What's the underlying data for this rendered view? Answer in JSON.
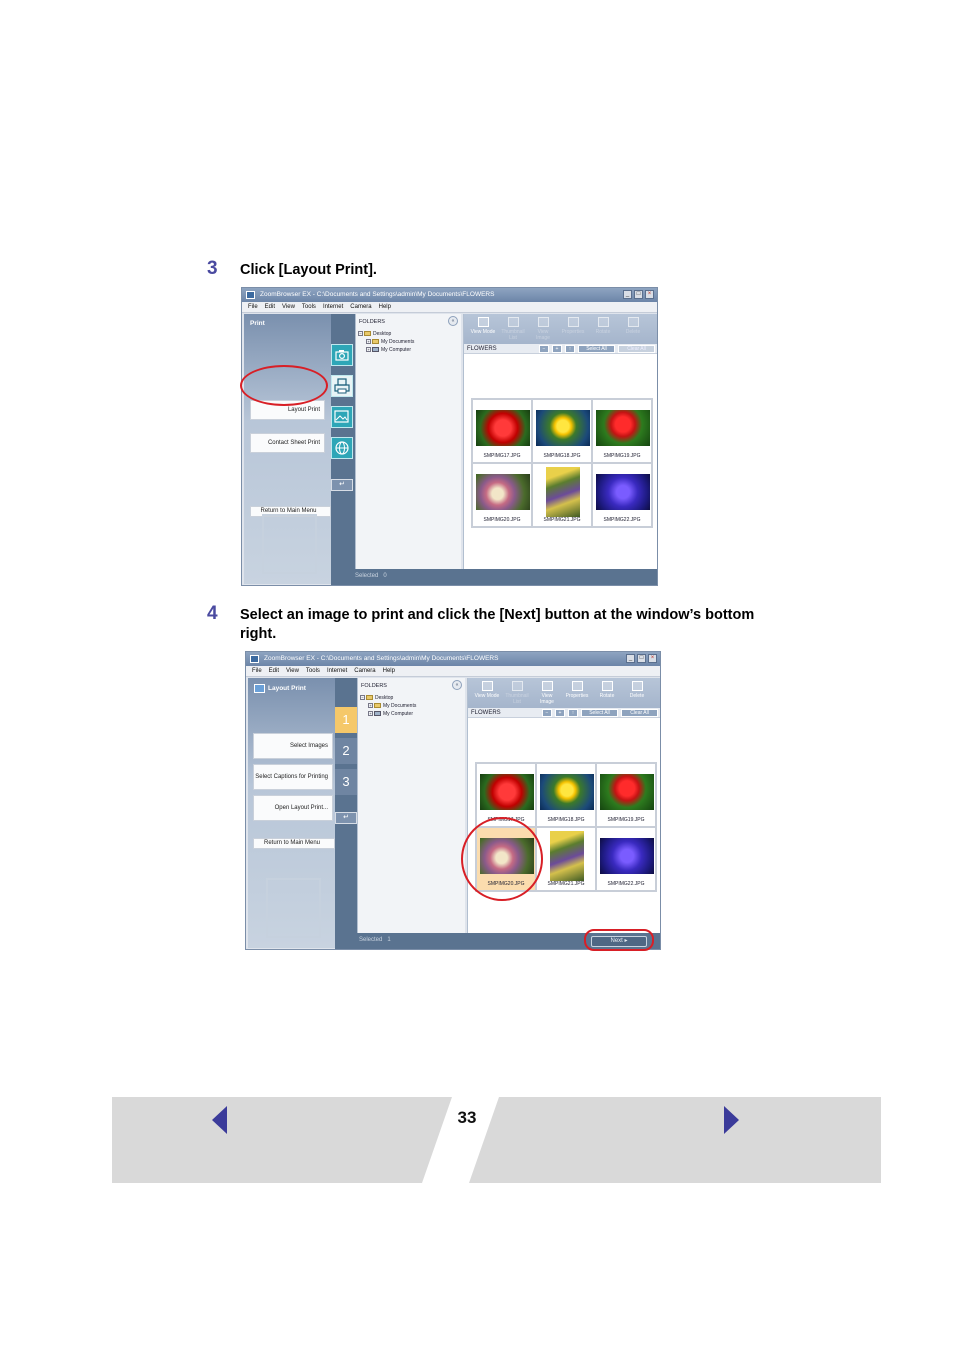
{
  "steps": [
    {
      "number": "3",
      "text": "Click [Layout Print]."
    },
    {
      "number": "4",
      "text": "Select an image to print and click the [Next] button at the window’s bottom right."
    }
  ],
  "window": {
    "title": "ZoomBrowser EX - C:\\Documents and Settings\\admin\\My Documents\\FLOWERS",
    "menu": [
      "File",
      "Edit",
      "View",
      "Tools",
      "Internet",
      "Camera",
      "Help"
    ],
    "folders_title": "FOLDERS",
    "tree": [
      "Desktop",
      "My Documents",
      "My Computer"
    ],
    "toolbar": [
      "View Mode",
      "Thumbnail List",
      "View Image",
      "Properties",
      "Rotate",
      "Delete"
    ],
    "path": "FLOWERS",
    "select_all": "Select All",
    "clear_all": "Clear All",
    "thumbs": [
      "SMPIMG17.JPG",
      "SMPIMG18.JPG",
      "SMPIMG19.JPG",
      "SMPIMG20.JPG",
      "SMPIMG21.JPG",
      "SMPIMG22.JPG"
    ],
    "selected_label": "Selected",
    "return_label": "Return to Main Menu"
  },
  "screenshot1": {
    "panel_title": "Print",
    "buttons": [
      "Layout Print",
      "Contact Sheet Print"
    ],
    "selected_count": "0"
  },
  "screenshot2": {
    "panel_title": "Layout Print",
    "buttons": [
      "Select Images",
      "Select Captions for Printing",
      "Open Layout Print..."
    ],
    "badges": [
      "1",
      "2",
      "3"
    ],
    "selected_count": "1",
    "next_label": "Next"
  },
  "footer": {
    "page_number": "33"
  }
}
